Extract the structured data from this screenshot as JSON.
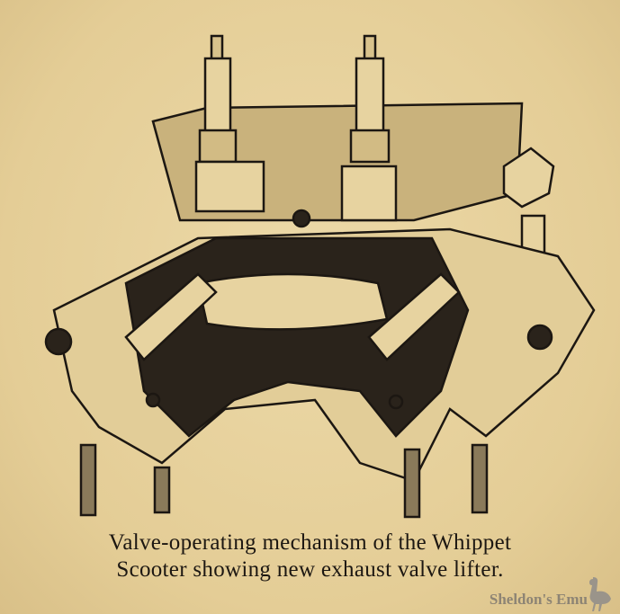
{
  "caption": {
    "line1": "Valve-operating mechanism of the Whippet",
    "line2": "Scooter showing new exhaust valve lifter."
  },
  "watermark": {
    "text": "Sheldon's Emu"
  },
  "colors": {
    "paper": "#e6d19c",
    "ink": "#1c1712",
    "watermark": "#8d8474"
  }
}
